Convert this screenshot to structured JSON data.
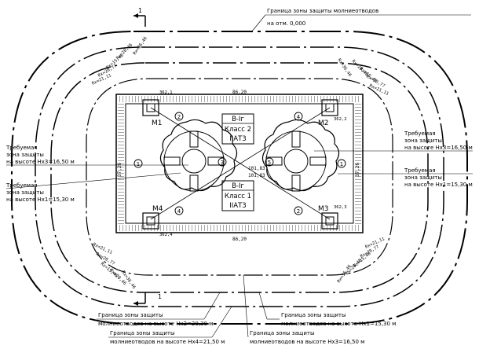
{
  "section_marker": "1",
  "top_boundary": {
    "line1": "Граница зоны защиты молниеотводов",
    "line2": "на отм. 0,000"
  },
  "masts": [
    {
      "id": "M1"
    },
    {
      "id": "M2"
    },
    {
      "id": "M3"
    },
    {
      "id": "M4"
    }
  ],
  "mast_markers": [
    "4",
    "2",
    "4",
    "2"
  ],
  "rooms": [
    {
      "line1": "В-Iг",
      "line2": "Класс 2",
      "line3": "IIАТ3"
    },
    {
      "line1": "В-Iг",
      "line2": "Класс 1",
      "line3": "IIАТ3"
    }
  ],
  "dims": {
    "top": "86,20",
    "bottom": "86,20",
    "left": "37,26",
    "right": "37,26",
    "diag1": "101,83",
    "diag2": "101,83",
    "corner_tl": "362,1",
    "corner_tr": "362,2",
    "corner_br": "362,3",
    "corner_bl": "362,4",
    "side_r": "362,2"
  },
  "corner_labels": [
    "Rx=36,46",
    "Rx=28,46",
    "Rx=15,46",
    "Rx=20,77",
    "Rx=21,11"
  ],
  "required_zones": [
    {
      "label1": "Требуемая",
      "label2": "зона защиты",
      "label3": "на высоте Нх3=16,50 м"
    },
    {
      "label1": "Требуемая",
      "label2": "зона защиты",
      "label3": "на высоте Нх1=15,30 м"
    },
    {
      "label1": "Требуемая",
      "label2": "зона защиты",
      "label3": "на высоте Нх3=16,50 м"
    },
    {
      "label1": "Требуемая",
      "label2": "зона защиты",
      "label3": "на высоте Нх1=15,30 м"
    }
  ],
  "bottom_labels": [
    {
      "line1": "Граница зоны защиты",
      "line2": "молниеотводов на высоте Нх2=20,30 м"
    },
    {
      "line1": "Граница зоны защиты",
      "line2": "молниеотводов на высоте Нх4=21,50 м"
    },
    {
      "line1": "Граница зоны защиты",
      "line2": "молниеотводов на высоте Нх1=15,30 м"
    },
    {
      "line1": "Граница зоны защиты",
      "line2": "молниеотводов на высоте Нх3=16,50 м"
    }
  ],
  "circle_markers": [
    "1",
    "2",
    "3",
    "4",
    "5"
  ]
}
